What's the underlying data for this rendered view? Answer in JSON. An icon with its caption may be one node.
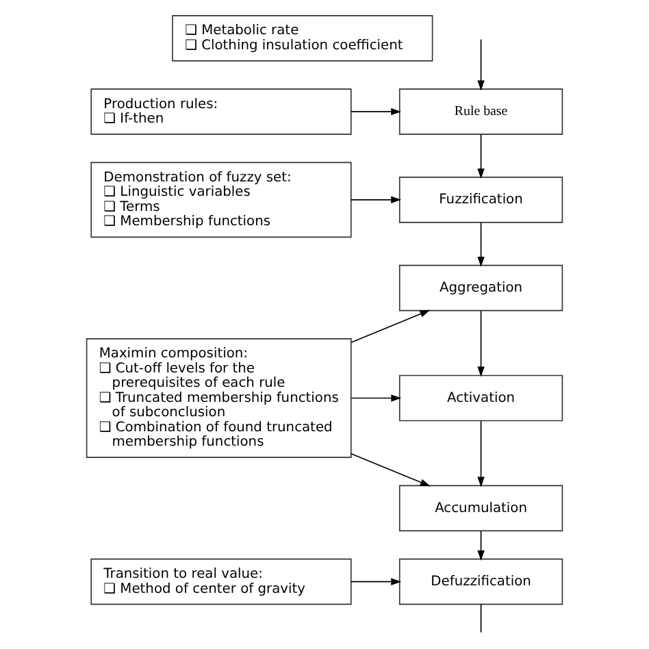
{
  "diagram": {
    "nodes": [
      {
        "text": [
          "❑ Metabolic rate",
          "❑ Clothing insulation coefficient"
        ]
      },
      {
        "text": [
          "Rule base"
        ]
      },
      {
        "text": [
          "Production rules:",
          "❑ If-then"
        ]
      },
      {
        "text": [
          "Fuzzification"
        ]
      },
      {
        "text": [
          "Demonstration of fuzzy set:",
          "❑ Linguistic variables",
          "❑ Terms",
          "❑ Membership functions"
        ]
      },
      {
        "text": [
          "Aggregation"
        ]
      },
      {
        "text": [
          "Activation"
        ]
      },
      {
        "text": [
          "Accumulation"
        ]
      },
      {
        "text": [
          "Maximin composition:",
          "❑ Cut-off levels for the prerequisites of each rule",
          "❑ Truncated membership functions of subconclusion",
          "❑ Combination of found truncated membership functions"
        ]
      },
      {
        "text": [
          "Defuzzification"
        ]
      },
      {
        "text": [
          "Transition to real value:",
          "❑ Method of center of gravity"
        ]
      }
    ],
    "edges": [
      {
        "from": null,
        "to": 1,
        "arrow": "to"
      },
      {
        "from": 2,
        "to": 1,
        "arrow": "to"
      },
      {
        "from": 1,
        "to": 3,
        "arrow": "to"
      },
      {
        "from": 4,
        "to": 3,
        "arrow": "to"
      },
      {
        "from": 3,
        "to": 5,
        "arrow": "to"
      },
      {
        "from": 5,
        "to": 6,
        "arrow": "to"
      },
      {
        "from": 6,
        "to": 7,
        "arrow": "to"
      },
      {
        "from": 8,
        "to": 5,
        "arrow": "to"
      },
      {
        "from": 8,
        "to": 6,
        "arrow": "to"
      },
      {
        "from": 8,
        "to": 7,
        "arrow": "to"
      },
      {
        "from": 7,
        "to": 9,
        "arrow": "to"
      },
      {
        "from": 10,
        "to": 9,
        "arrow": "to"
      },
      {
        "from": 9,
        "to": null,
        "arrow": "none"
      }
    ]
  }
}
